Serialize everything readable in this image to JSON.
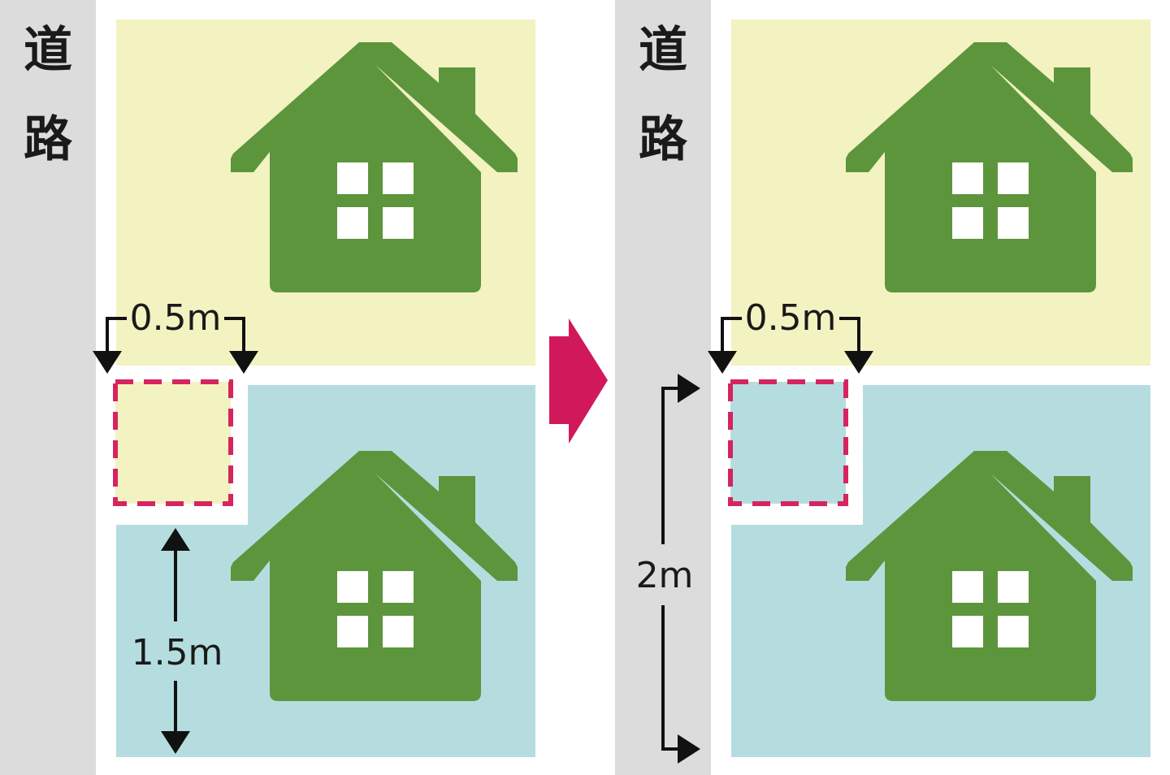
{
  "colors": {
    "road": "#dcdcdc",
    "yellow_lot": "#f3f2c1",
    "blue_lot": "#b5dde0",
    "house": "#5d953d",
    "window": "#ffffff",
    "corner_cut_outline": "#d6245f",
    "arrow_accent": "#d1185a",
    "dimension_line": "#111111"
  },
  "left_diagram": {
    "road_label_1": "道",
    "road_label_2": "路",
    "width_label": "0.5m",
    "depth_label": "1.5m",
    "corner_cut_fill": "yellow_lot"
  },
  "transition": {
    "icon": "right-chevron-arrow-icon"
  },
  "right_diagram": {
    "road_label_1": "道",
    "road_label_2": "路",
    "width_label": "0.5m",
    "depth_label": "2m",
    "corner_cut_fill": "blue_lot"
  }
}
